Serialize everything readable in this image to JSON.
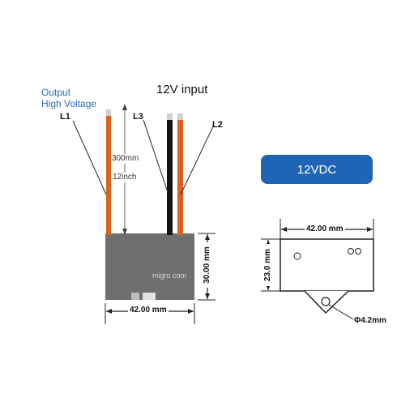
{
  "labels": {
    "input_title": "12V input",
    "output_line1": "Output",
    "output_line2": "High Voltage",
    "l1": "L1",
    "l2": "L2",
    "l3": "L3",
    "wire_length_mm": "300mm",
    "wire_length_inch": "12inch",
    "brand": "migro.com",
    "left_width": "42.00 mm",
    "left_height": "30.00 mm",
    "right_width": "42.00 mm",
    "right_height": "23.0 mm",
    "hole_dia": "Φ4.2mm",
    "voltage_badge": "12VDC"
  },
  "colors": {
    "badge": "#1f64b5",
    "module_body": "#6f6f6f",
    "wire_orange": "#d9631e",
    "wire_black": "#161616",
    "label_blue": "#2f6fb1"
  }
}
